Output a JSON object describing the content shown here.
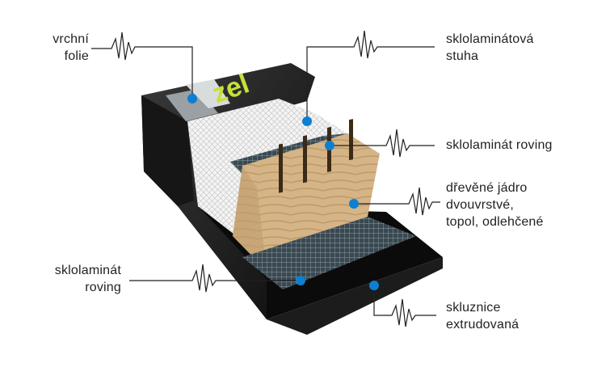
{
  "labels": {
    "top_foil": [
      "vrchní",
      "folie"
    ],
    "glass_ribbon": [
      "sklolaminátová",
      "stuha"
    ],
    "glass_roving_top": [
      "sklolaminát roving"
    ],
    "wood_core": [
      "dřevěné jádro",
      "dvouvrstvé,",
      "topol, odlehčené"
    ],
    "glass_roving_bottom": [
      "sklolaminát",
      "roving"
    ],
    "base": [
      "skluznice",
      "extrudovaná"
    ]
  },
  "logo_text": "zel",
  "colors": {
    "marker": "#0d7fd0",
    "leader_line": "#231f20",
    "top_sheet": "#1a1a1a",
    "base": "#0b0b0b",
    "wood": "#d2b185",
    "glass_mesh": "#3b4a52",
    "ribbon": "#f3f3f3",
    "logo_green": "#c6e03a"
  }
}
